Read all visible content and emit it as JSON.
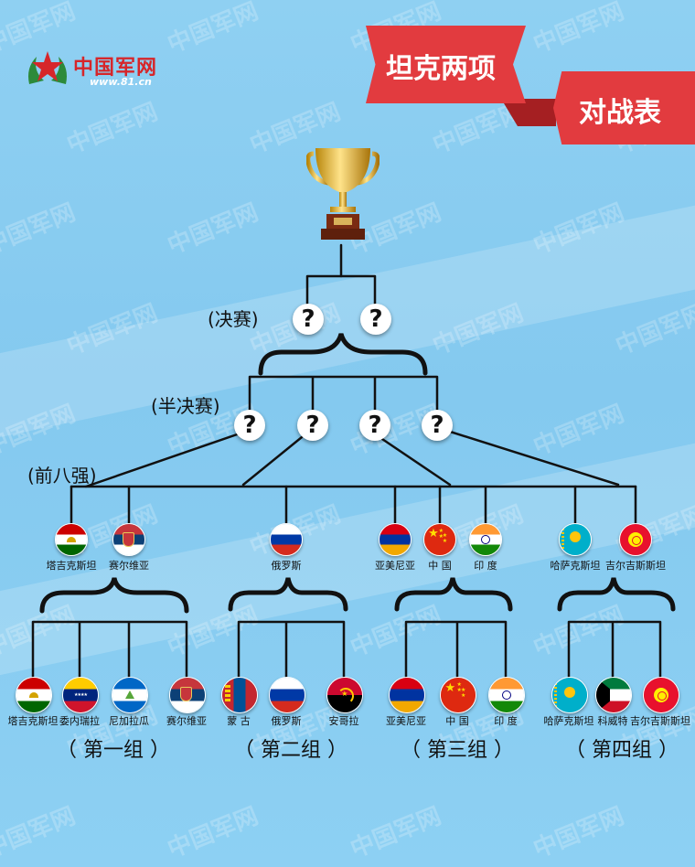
{
  "logo": {
    "name": "中国军网",
    "url": "www.81.cn"
  },
  "watermark": "中国军网",
  "title": {
    "line1": "坦克两项",
    "line2": "对战表"
  },
  "stages": {
    "final": "(决赛)",
    "semifinal": "(半决赛)",
    "quarterfinal": "(前八强)"
  },
  "unknown_mark": "?",
  "colors": {
    "banner": "#e23b3f",
    "background": "#8fd0f2",
    "line": "#111111"
  },
  "quarterfinal_teams": [
    {
      "name": "塔吉克斯坦",
      "flag": "tajikistan"
    },
    {
      "name": "赛尔维亚",
      "flag": "serbia"
    },
    {
      "name": "俄罗斯",
      "flag": "russia"
    },
    {
      "name": "亚美尼亚",
      "flag": "armenia"
    },
    {
      "name": "中 国",
      "flag": "china"
    },
    {
      "name": "印 度",
      "flag": "india"
    },
    {
      "name": "哈萨克斯坦",
      "flag": "kazakhstan"
    },
    {
      "name": "吉尔吉斯斯坦",
      "flag": "kyrgyzstan"
    }
  ],
  "groups": [
    {
      "label": "（ 第一组 ）",
      "teams": [
        {
          "name": "塔吉克斯坦",
          "flag": "tajikistan"
        },
        {
          "name": "委内瑞拉",
          "flag": "venezuela"
        },
        {
          "name": "尼加拉瓜",
          "flag": "nicaragua"
        },
        {
          "name": "赛尔维亚",
          "flag": "serbia"
        }
      ]
    },
    {
      "label": "（ 第二组 ）",
      "teams": [
        {
          "name": "蒙 古",
          "flag": "mongolia"
        },
        {
          "name": "俄罗斯",
          "flag": "russia"
        },
        {
          "name": "安哥拉",
          "flag": "angola"
        }
      ]
    },
    {
      "label": "（ 第三组 ）",
      "teams": [
        {
          "name": "亚美尼亚",
          "flag": "armenia"
        },
        {
          "name": "中 国",
          "flag": "china"
        },
        {
          "name": "印 度",
          "flag": "india"
        }
      ]
    },
    {
      "label": "（ 第四组 ）",
      "teams": [
        {
          "name": "哈萨克斯坦",
          "flag": "kazakhstan"
        },
        {
          "name": "科威特",
          "flag": "kuwait"
        },
        {
          "name": "吉尔吉斯斯坦",
          "flag": "kyrgyzstan"
        }
      ]
    }
  ]
}
